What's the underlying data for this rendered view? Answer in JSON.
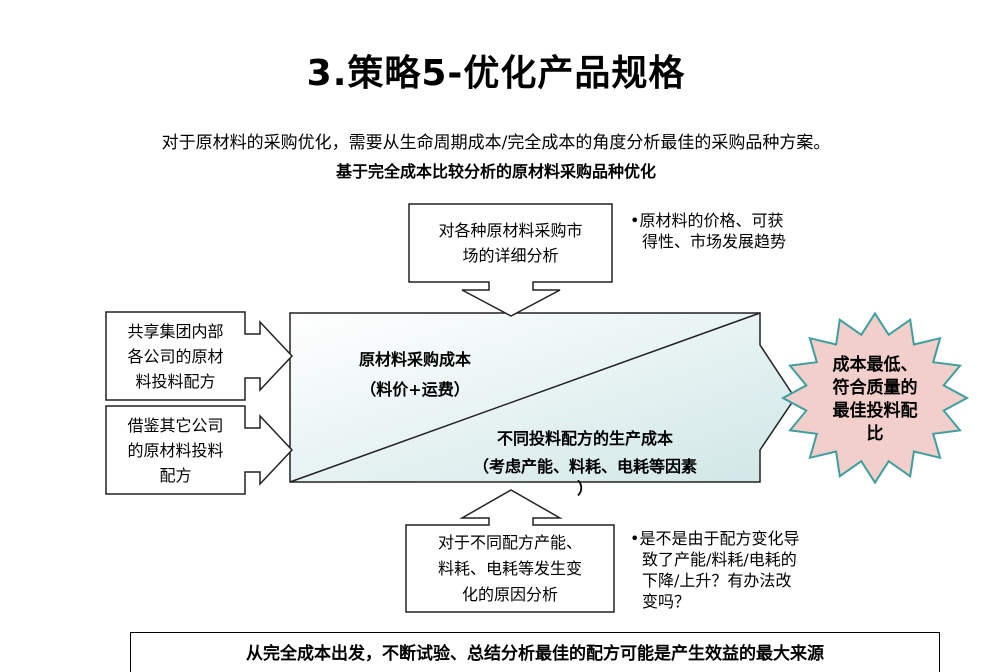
{
  "title": "3.策略5-优化产品规格",
  "subtitle": "对于原材料的采购优化，需要从生命周期成本/完全成本的角度分析最佳的采购品种方案。",
  "heading": "基于完全成本比较分析的原材料采购品种优化",
  "top_box": [
    "对各种原材料采购市",
    "场的详细分析"
  ],
  "top_note": [
    "•原材料的价格、可获",
    "得性、市场发展趋势"
  ],
  "left_box_1": [
    "共享集团内部",
    "各公司的原材",
    "料投料配方"
  ],
  "left_box_2": [
    "借鉴其它公司",
    "的原材料投料",
    "配方"
  ],
  "center_upper": [
    "原材料采购成本",
    "（料价+运费）"
  ],
  "center_lower": [
    "不同投料配方的生产成本",
    "（考虑产能、料耗、电耗等因素",
    "）"
  ],
  "star": [
    "成本最低、",
    "符合质量的",
    "最佳投料配",
    "比"
  ],
  "bottom_box": [
    "对于不同配方产能、",
    "料耗、电耗等发生变",
    "化的原因分析"
  ],
  "bottom_note": [
    "•是不是由于配方变化导",
    "致了产能/料耗/电耗的",
    "下降/上升？有办法改",
    "变吗？"
  ],
  "footer": "从完全成本出发，不断试验、总结分析最佳的配方可能是产生效益的最大来源",
  "colors": {
    "center_fill": "#d7ecec",
    "arrow_fill": "#d9ecec",
    "star_fill": "#f3cfcc",
    "star_stroke": "#3f9f9f"
  }
}
